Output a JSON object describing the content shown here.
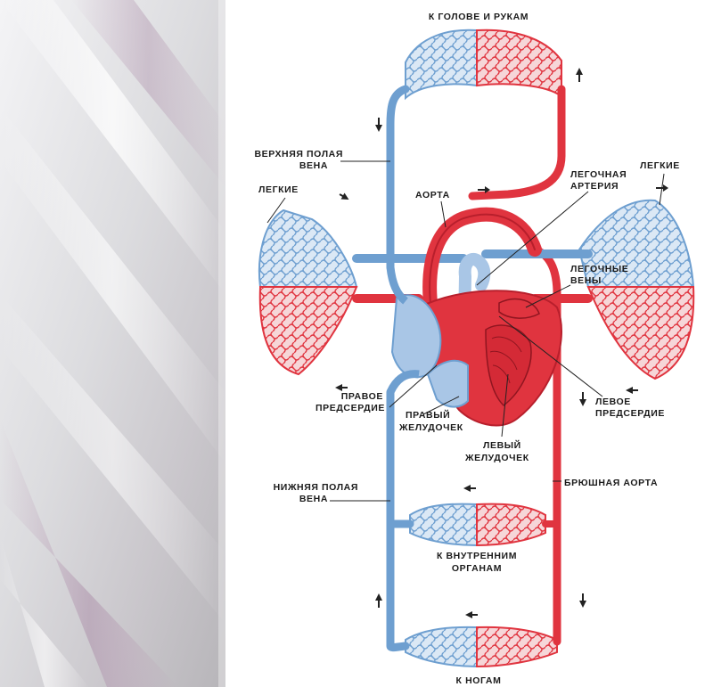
{
  "labels": {
    "to_head_arms": "К ГОЛОВЕ И РУКАМ",
    "superior_vena_cava_l1": "ВЕРХНЯЯ ПОЛАЯ",
    "superior_vena_cava_l2": "ВЕНА",
    "lungs_left": "ЛЕГКИЕ",
    "lungs_right": "ЛЕГКИЕ",
    "aorta": "АОРТА",
    "pulmonary_artery_l1": "ЛЕГОЧНАЯ",
    "pulmonary_artery_l2": "АРТЕРИЯ",
    "pulmonary_veins_l1": "ЛЕГОЧНЫЕ",
    "pulmonary_veins_l2": "ВЕНЫ",
    "right_atrium_l1": "ПРАВОЕ",
    "right_atrium_l2": "ПРЕДСЕРДИЕ",
    "right_ventricle_l1": "ПРАВЫЙ",
    "right_ventricle_l2": "ЖЕЛУДОЧЕК",
    "left_ventricle_l1": "ЛЕВЫЙ",
    "left_ventricle_l2": "ЖЕЛУДОЧЕК",
    "left_atrium_l1": "ЛЕВОЕ",
    "left_atrium_l2": "ПРЕДСЕРДИЕ",
    "inferior_vena_cava_l1": "НИЖНЯЯ ПОЛАЯ",
    "inferior_vena_cava_l2": "ВЕНА",
    "abdominal_aorta": "БРЮШНАЯ АОРТА",
    "to_internal_organs_l1": "К ВНУТРЕННИМ",
    "to_internal_organs_l2": "ОРГАНАМ",
    "to_legs": "К НОГАМ"
  },
  "colors": {
    "arterial": "#e0343f",
    "venous": "#6e9fd0",
    "venous_light": "#a9c6e6",
    "arterial_dark": "#b81f2c"
  }
}
